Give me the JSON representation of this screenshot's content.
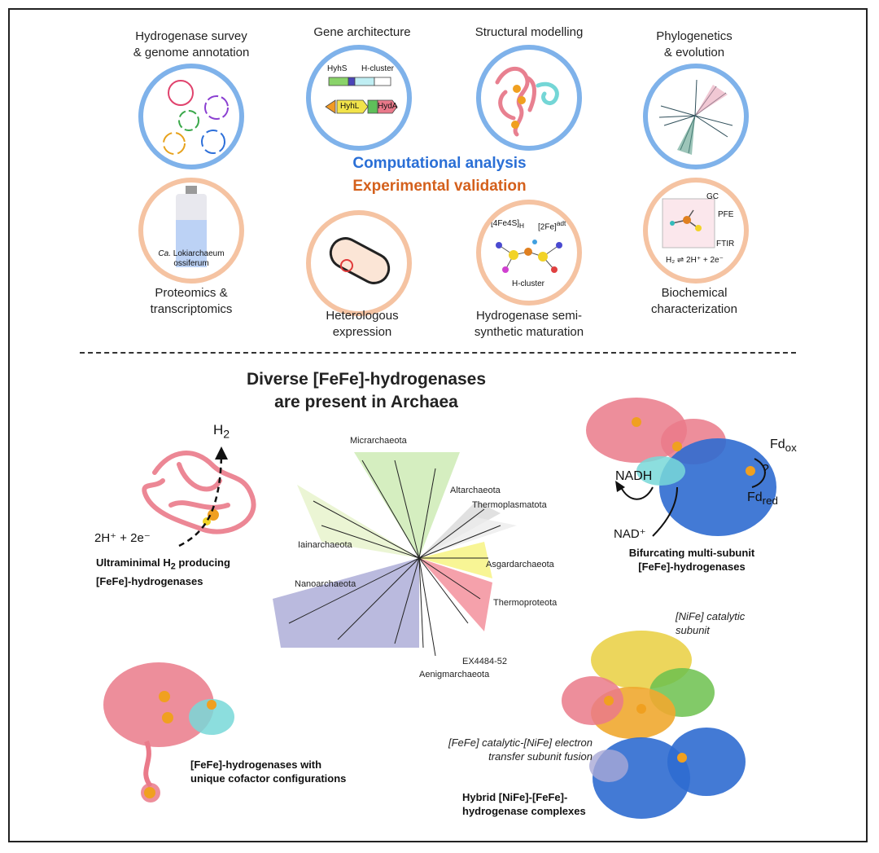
{
  "top": {
    "computational_title": "Computational analysis",
    "experimental_title": "Experimental validation",
    "colors": {
      "computational": "#2a6fd6",
      "experimental": "#d4601c",
      "comp_ring": "#7fb2ea",
      "exp_ring": "#f5c3a2"
    },
    "panels": [
      {
        "line1": "Hydrogenase survey",
        "line2": "& genome annotation"
      },
      {
        "line1": "Gene architecture",
        "line2": ""
      },
      {
        "line1": "Structural modelling",
        "line2": ""
      },
      {
        "line1": "Phylogenetics",
        "line2": "& evolution"
      }
    ],
    "exp_panels": [
      {
        "line1": "Proteomics &",
        "line2": "transcriptomics"
      },
      {
        "line1": "Heterologous",
        "line2": "expression"
      },
      {
        "line1": "Hydrogenase semi-",
        "line2": "synthetic maturation"
      },
      {
        "line1": "Biochemical",
        "line2": "characterization"
      }
    ],
    "gene": {
      "hyhs": "HyhS",
      "hcluster": "H-cluster",
      "hyhl": "HyhL",
      "hyda": "HydA"
    },
    "loki": {
      "prefix": "Ca.",
      "line1": " Lokiarchaeum",
      "line2": "ossiferum"
    },
    "cluster": {
      "fe4s4": "[4Fe4S]",
      "fe4s4_sub": "H",
      "fe2": "[2Fe]",
      "fe2_sup": "adt",
      "name": "H-cluster"
    },
    "biochem": {
      "gc": "GC",
      "pfe": "PFE",
      "ftir": "FTIR",
      "equation": "H₂ ⇌ 2H⁺ + 2e⁻"
    }
  },
  "bottom": {
    "title_line1": "Diverse [FeFe]-hydrogenases",
    "title_line2": "are present in Archaea",
    "h2": "H",
    "h2_sub": "2",
    "protons": "2H⁺ + 2e⁻",
    "ultra_line1_a": "Ultraminimal H",
    "ultra_line1_sub": "2",
    "ultra_line1_b": " producing",
    "ultra_line2": "[FeFe]-hydrogenases",
    "bif": {
      "nadh": "NADH",
      "nad": "NAD⁺",
      "fdox": "Fd",
      "fdox_sub": "ox",
      "fdred": "Fd",
      "fdred_sub": "red",
      "q": "?",
      "line1": "Bifurcating multi-subunit",
      "line2": "[FeFe]-hydrogenases"
    },
    "clades": [
      "Micrarchaeota",
      "Altarchaeota",
      "Thermoplasmatota",
      "Iainarchaeota",
      "Asgardarchaeota",
      "Nanoarchaeota",
      "Thermoproteota",
      "EX4484-52",
      "Aenigmarchaeota"
    ],
    "unique_line1": "[FeFe]-hydrogenases with",
    "unique_line2": "unique cofactor configurations",
    "nife_line1": "[NiFe] catalytic",
    "nife_line2": "subunit",
    "fusion_line1": "[FeFe] catalytic-[NiFe] electron",
    "fusion_line2": "transfer subunit fusion",
    "hybrid_line1": "Hybrid [NiFe]-[FeFe]-",
    "hybrid_line2": "hydrogenase complexes"
  }
}
